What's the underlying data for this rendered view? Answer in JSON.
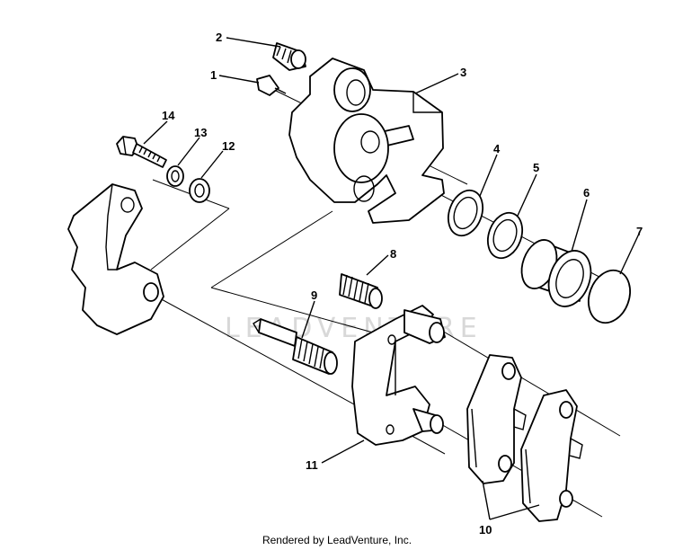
{
  "diagram": {
    "callouts": [
      {
        "label": "1"
      },
      {
        "label": "2"
      },
      {
        "label": "3"
      },
      {
        "label": "4"
      },
      {
        "label": "5"
      },
      {
        "label": "6"
      },
      {
        "label": "7"
      },
      {
        "label": "8"
      },
      {
        "label": "9"
      },
      {
        "label": "10"
      },
      {
        "label": "11"
      },
      {
        "label": "12"
      },
      {
        "label": "13"
      },
      {
        "label": "14"
      }
    ],
    "watermark": "LEADVENTURE"
  },
  "footer": {
    "text": "Rendered by LeadVenture, Inc."
  }
}
